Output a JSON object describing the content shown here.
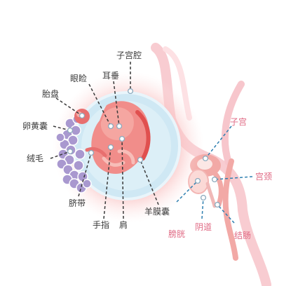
{
  "diagram": {
    "labels": {
      "amniotic_cavity": "子宫腔",
      "eyelid": "眼睑",
      "ear": "耳垂",
      "placenta": "胎盘",
      "yolk_sac": "卵黄囊",
      "villi": "绒毛",
      "umbilical_cord": "脐带",
      "finger": "手指",
      "shoulder": "肩",
      "amniotic_sac": "羊膜囊",
      "uterus": "子宫",
      "cervix": "宫颈",
      "bladder": "膀胱",
      "vagina": "阴道",
      "rectum": "结肠"
    },
    "colors": {
      "dark_label": "#3a3a3a",
      "pink_label": "#e06a84",
      "blue_label": "#2e7fb0",
      "sac_blue": "#cfe8f4",
      "uterus_pink": "#f2a9a6",
      "body_outline": "#f7c6cc",
      "villi_purple": "#a998cf"
    }
  }
}
